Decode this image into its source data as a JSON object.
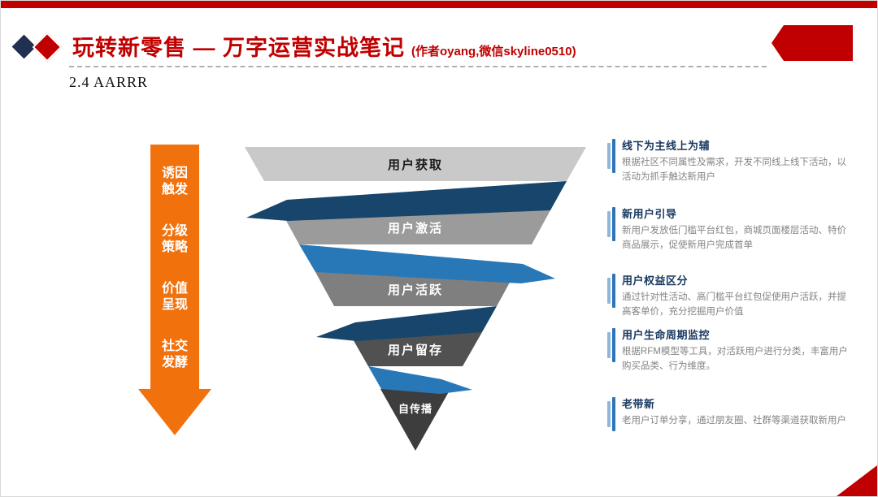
{
  "header": {
    "title": "玩转新零售 — 万字运营实战笔记",
    "author_note": "(作者oyang,微信skyline0510)",
    "section": "2.4 AARRR"
  },
  "left_flow": {
    "steps": [
      {
        "line1": "诱因",
        "line2": "触发"
      },
      {
        "line1": "分级",
        "line2": "策略"
      },
      {
        "line1": "价值",
        "line2": "呈现"
      },
      {
        "line1": "社交",
        "line2": "发酵"
      }
    ]
  },
  "funnel": {
    "levels": [
      {
        "label": "用户获取"
      },
      {
        "label": "用户激活"
      },
      {
        "label": "用户活跃"
      },
      {
        "label": "用户留存"
      },
      {
        "label": "自传播"
      }
    ]
  },
  "annotations": [
    {
      "title": "线下为主线上为辅",
      "body": "根据社区不同属性及需求，开发不同线上线下活动，以活动为抓手触达新用户"
    },
    {
      "title": "新用户引导",
      "body": "新用户发放低门槛平台红包，商城页面楼层活动、特价商品展示，促使新用户完成首单"
    },
    {
      "title": "用户权益区分",
      "body": "通过针对性活动、高门槛平台红包促使用户活跃，并提高客单价，充分挖掘用户价值"
    },
    {
      "title": "用户生命周期监控",
      "body": "根据RFM模型等工具，对活跃用户进行分类，丰富用户购买品类、行为维度。"
    },
    {
      "title": "老带新",
      "body": "老用户订单分享，通过朋友圈、社群等渠道获取新用户"
    }
  ],
  "colors": {
    "brand_red": "#c00000",
    "arrow_orange": "#f1710d",
    "ribbon_navy": "#17456b",
    "ribbon_blue": "#2878b8",
    "funnel_l1": "#c9c9c9",
    "funnel_l2": "#9b9b9b",
    "funnel_l3": "#7f7f7f",
    "funnel_l4": "#515151",
    "funnel_l5": "#3d3d3d",
    "note_title": "#17375e"
  }
}
